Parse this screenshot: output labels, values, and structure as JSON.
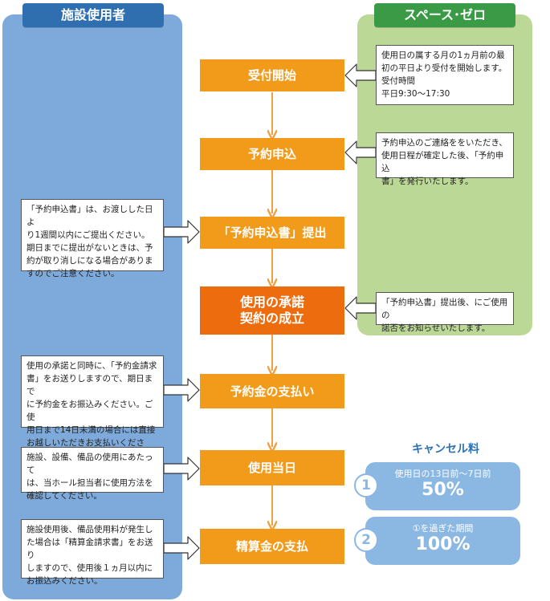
{
  "headers": {
    "left": "施設使用者",
    "right": "スペース･ゼロ"
  },
  "steps": [
    {
      "label": "受付開始"
    },
    {
      "label": "予約申込"
    },
    {
      "label": "「予約申込書」提出"
    },
    {
      "line1": "使用の承諾",
      "line2": "契約の成立"
    },
    {
      "label": "予約金の支払い"
    },
    {
      "label": "使用当日"
    },
    {
      "label": "精算金の支払"
    }
  ],
  "right_notes": [
    {
      "lines": [
        "使用日の属する月の1ヵ月前の最",
        "初の平日より受付を開始します。",
        "受付時間",
        "平日9:30～17:30"
      ]
    },
    {
      "lines": [
        "予約申込のご連絡ををいただき、",
        "使用日程が確定した後、「予約申込",
        "書」を発行いたします。"
      ]
    },
    {
      "lines": [
        "「予約申込書」提出後、にご使用の",
        "諾否をお知らせいたします。"
      ]
    }
  ],
  "left_notes": [
    {
      "lines": [
        "「予約申込書」は、お渡しした日よ",
        "り1週間以内にご提出ください。",
        "期日までに提出がないときは、予",
        "約が取り消しになる場合がありま",
        "すのでご注意ください。"
      ]
    },
    {
      "lines": [
        "使用の承諾と同時に、「予約金請求",
        "書」をお送りしますので、期日まで",
        "に予約金をお振込みください。ご使",
        "用日まで14日未満の場合には直接",
        "お越しいただきお支払いください。"
      ]
    },
    {
      "lines": [
        "施設、設備、備品の使用にあたって",
        "は、当ホール担当者に使用方法を",
        "確認してください。"
      ]
    },
    {
      "lines": [
        "施設使用後、備品使用料が発生し",
        "た場合は「精算金請求書」をお送り",
        "しますので、使用後１ヵ月以内に",
        "お振込みください。"
      ]
    }
  ],
  "cancel": {
    "title": "キャンセル料",
    "items": [
      {
        "number": "1",
        "period": "使用日の13日前～7日前",
        "rate": "50%"
      },
      {
        "number": "2",
        "period": "①を過ぎた期間",
        "rate": "100%"
      }
    ]
  },
  "colors": {
    "step_light": "#f29a1a",
    "step_main": "#ec6c0e",
    "left_panel": "#7daadb",
    "right_panel": "#bcd896",
    "arrow": "#f0a040"
  }
}
